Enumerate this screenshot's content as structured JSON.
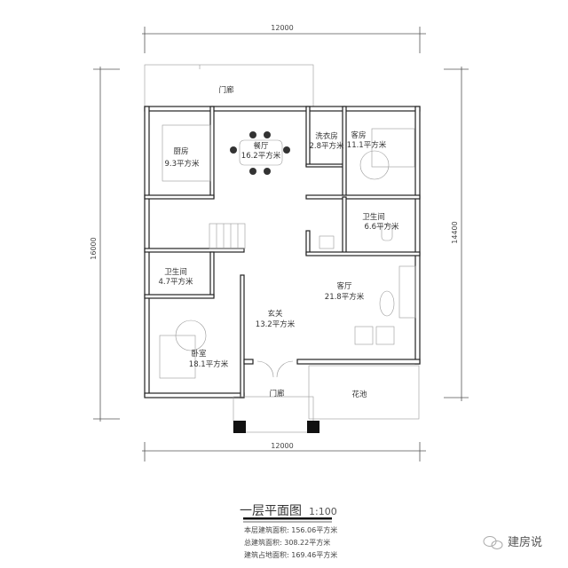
{
  "dimensions": {
    "top": "12000",
    "bottom": "12000",
    "left": "16000",
    "right": "14400"
  },
  "rooms": [
    {
      "name": "门廊",
      "area": ""
    },
    {
      "name": "厨房",
      "area": "9.3平方米"
    },
    {
      "name": "餐厅",
      "area": "16.2平方米"
    },
    {
      "name": "洗衣房",
      "area": "2.8平方米"
    },
    {
      "name": "客房",
      "area": "11.1平方米"
    },
    {
      "name": "卫生间",
      "area": "6.6平方米"
    },
    {
      "name": "卫生间",
      "area": "4.7平方米"
    },
    {
      "name": "卧室",
      "area": "18.1平方米"
    },
    {
      "name": "玄关",
      "area": "13.2平方米"
    },
    {
      "name": "客厅",
      "area": "21.8平方米"
    },
    {
      "name": "门廊",
      "area": ""
    },
    {
      "name": "花池",
      "area": ""
    }
  ],
  "title": {
    "name": "一层平面图",
    "scale": "1:100"
  },
  "stats": [
    "本层建筑面积: 156.06平方米",
    "总建筑面积: 308.22平方米",
    "建筑占地面积: 169.46平方米"
  ],
  "watermark": "建房说"
}
